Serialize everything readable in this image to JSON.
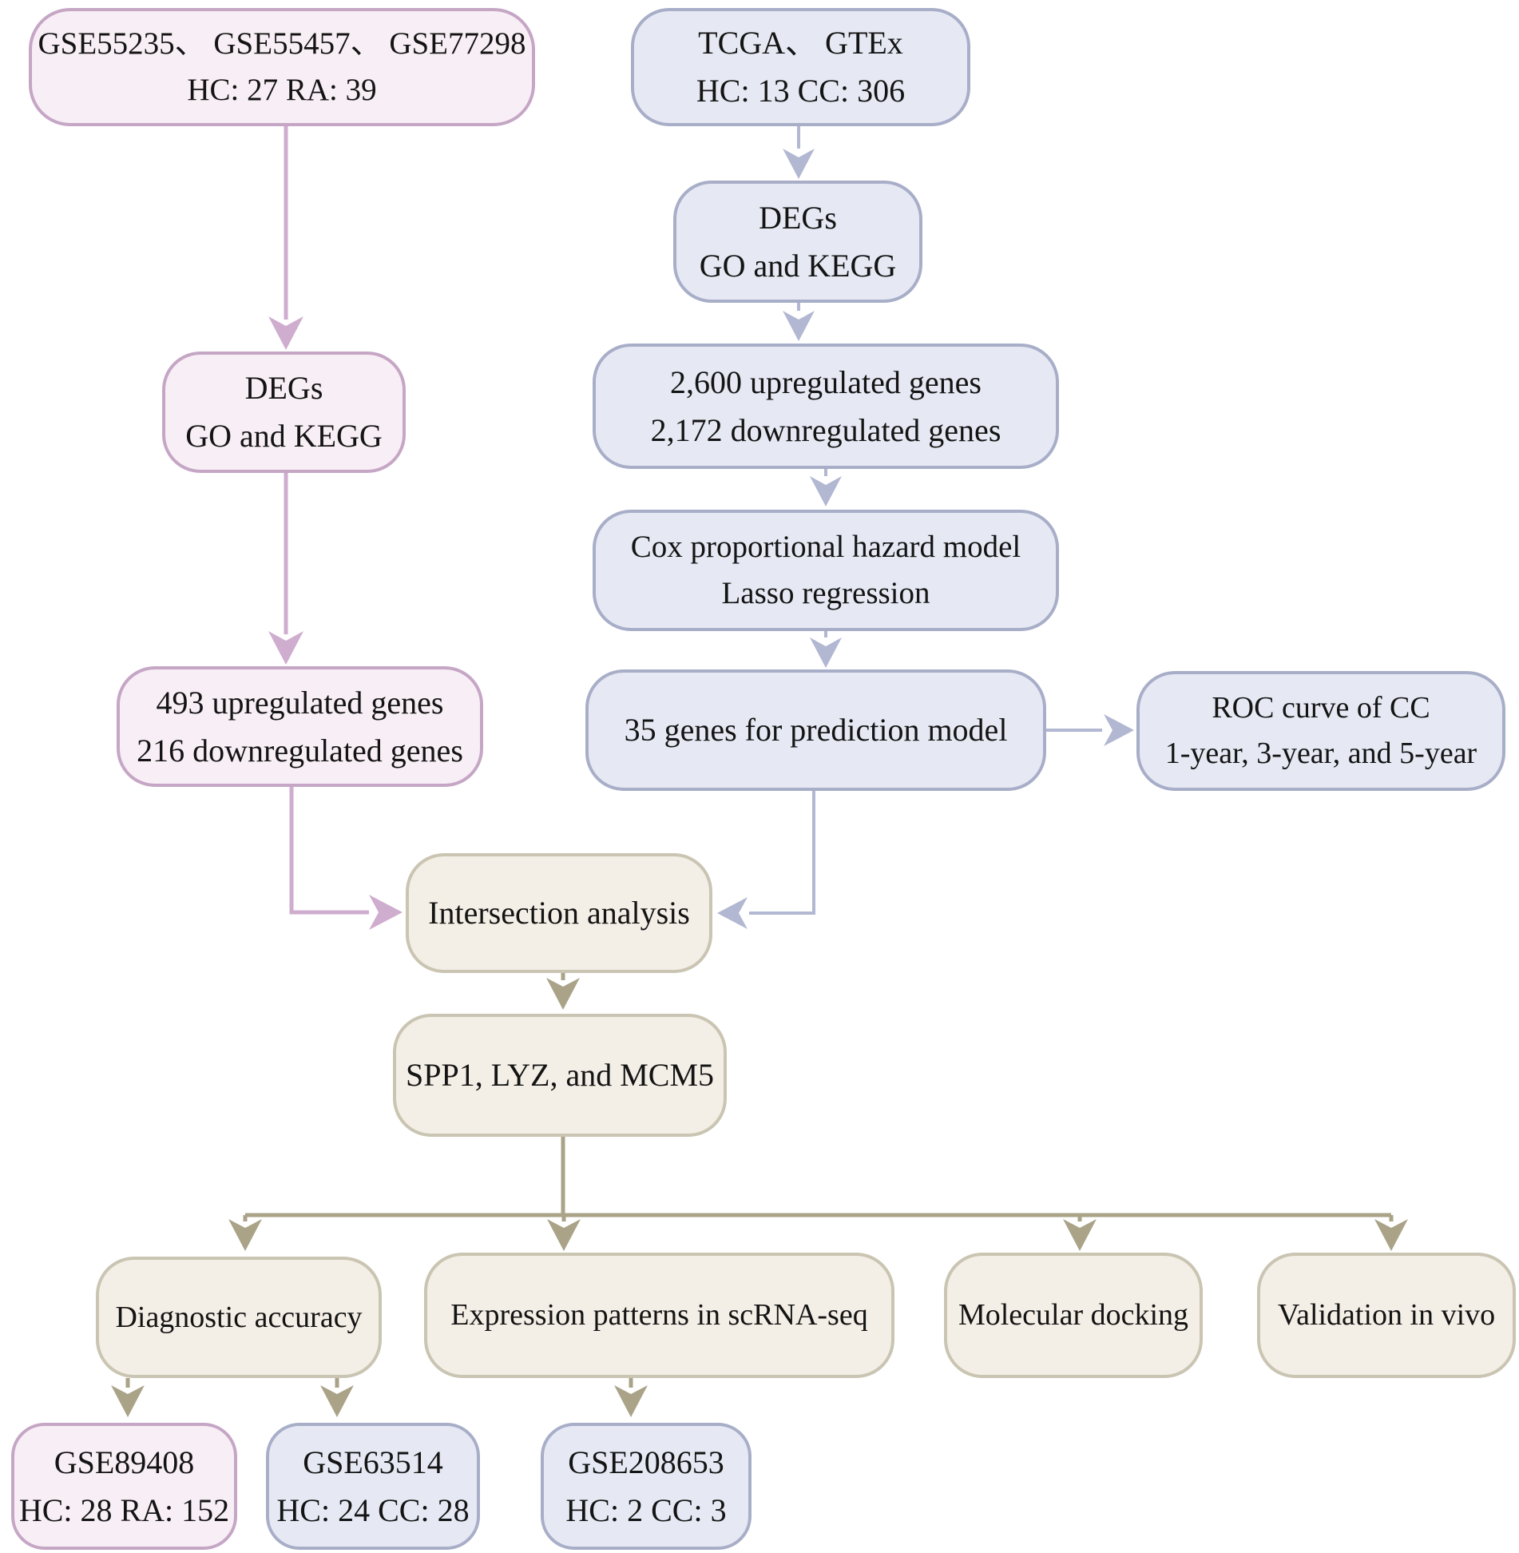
{
  "figure": {
    "type": "flowchart",
    "background": "#ffffff"
  },
  "palette": {
    "pink_fill": "#f8eef5",
    "pink_border": "#c5a6c5",
    "pink_arrow": "#cfadcf",
    "blue_fill": "#e6e9f4",
    "blue_border": "#a8aec8",
    "blue_arrow": "#b2b7d2",
    "beige_fill": "#f4efe6",
    "beige_border": "#cac4b2",
    "tan_arrow": "#aaa388",
    "text": "#141414"
  },
  "nodes": {
    "ra_datasets": {
      "line1": "GSE55235、 GSE55457、 GSE77298",
      "line2": "HC: 27 RA: 39"
    },
    "tcga_gtex": {
      "line1": "TCGA、 GTEx",
      "line2": "HC: 13 CC: 306"
    },
    "degs_cc": {
      "line1": "DEGs",
      "line2": "GO and KEGG"
    },
    "degs_ra": {
      "line1": "DEGs",
      "line2": "GO and KEGG"
    },
    "deg_counts_cc": {
      "line1": "2,600 upregulated genes",
      "line2": "2,172 downregulated genes"
    },
    "cox_lasso": {
      "line1": "Cox proportional hazard model",
      "line2": "Lasso regression"
    },
    "prediction": {
      "line1": "35 genes for prediction model"
    },
    "roc": {
      "line1": "ROC curve of CC",
      "line2": "1-year, 3-year, and 5-year"
    },
    "deg_counts_ra": {
      "line1": "493 upregulated genes",
      "line2": "216 downregulated genes"
    },
    "intersection": {
      "line1": "Intersection analysis"
    },
    "hub_genes": {
      "line1": "SPP1, LYZ, and MCM5"
    },
    "diagnostic": {
      "line1": "Diagnostic accuracy"
    },
    "expression": {
      "line1": "Expression patterns  in scRNA-seq"
    },
    "docking": {
      "line1": "Molecular docking"
    },
    "validation": {
      "line1": "Validation in vivo"
    },
    "gse89408": {
      "line1": "GSE89408",
      "line2": "HC: 28 RA: 152"
    },
    "gse63514": {
      "line1": "GSE63514",
      "line2": "HC: 24 CC: 28"
    },
    "gse208653": {
      "line1": "GSE208653",
      "line2": "HC: 2 CC: 3"
    }
  },
  "edges": [
    {
      "from": "ra_datasets",
      "to": "degs_ra"
    },
    {
      "from": "degs_ra",
      "to": "deg_counts_ra"
    },
    {
      "from": "deg_counts_ra",
      "to": "intersection"
    },
    {
      "from": "tcga_gtex",
      "to": "degs_cc"
    },
    {
      "from": "degs_cc",
      "to": "deg_counts_cc"
    },
    {
      "from": "deg_counts_cc",
      "to": "cox_lasso"
    },
    {
      "from": "cox_lasso",
      "to": "prediction"
    },
    {
      "from": "prediction",
      "to": "roc"
    },
    {
      "from": "prediction",
      "to": "intersection"
    },
    {
      "from": "intersection",
      "to": "hub_genes"
    },
    {
      "from": "hub_genes",
      "to": "diagnostic"
    },
    {
      "from": "hub_genes",
      "to": "expression"
    },
    {
      "from": "hub_genes",
      "to": "docking"
    },
    {
      "from": "hub_genes",
      "to": "validation"
    },
    {
      "from": "diagnostic",
      "to": "gse89408"
    },
    {
      "from": "diagnostic",
      "to": "gse63514"
    },
    {
      "from": "expression",
      "to": "gse208653"
    }
  ]
}
